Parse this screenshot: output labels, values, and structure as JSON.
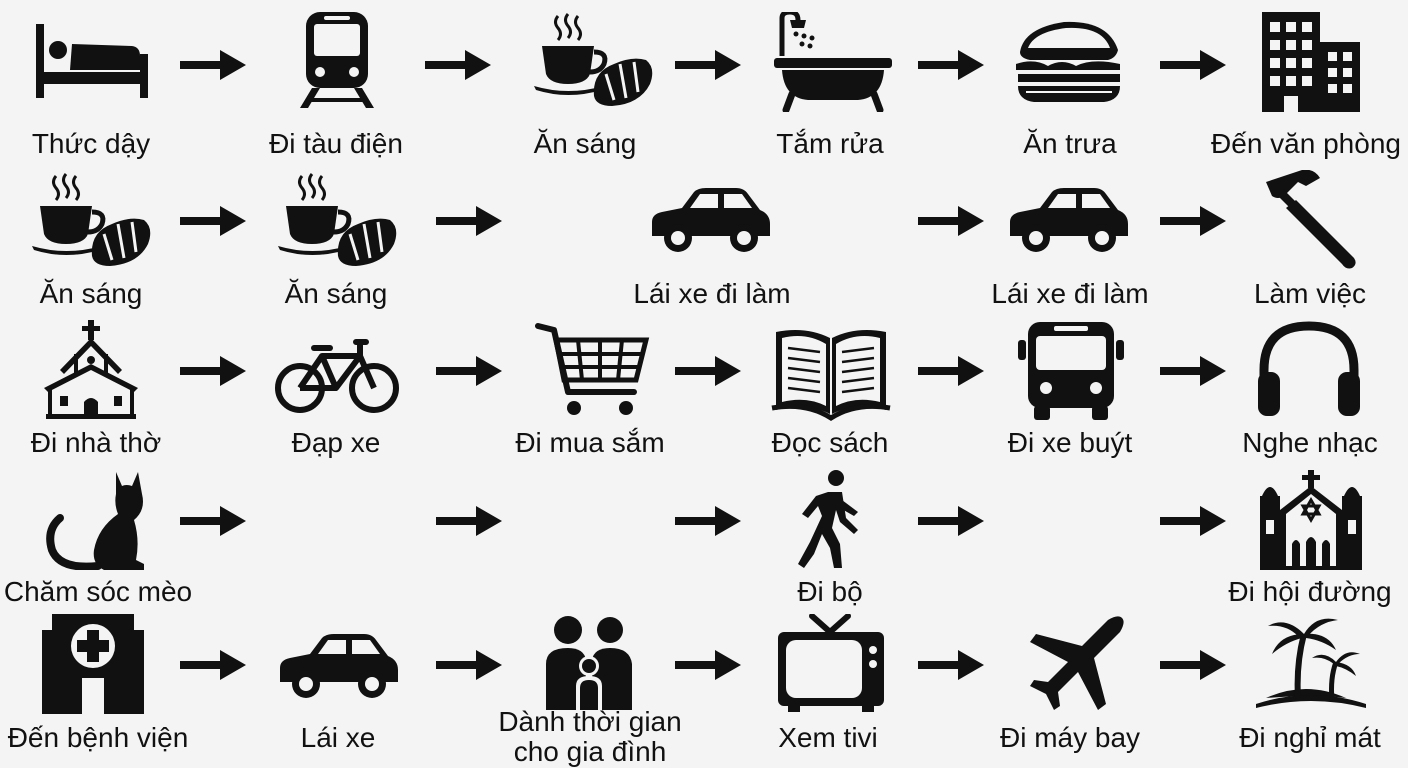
{
  "rows": [
    [
      "Thức dậy",
      "Đi tàu điện",
      "Ăn sáng",
      "Tắm rửa",
      "Ăn trưa",
      "Đến văn phòng"
    ],
    [
      "Ăn sáng",
      "Ăn sáng",
      "",
      "Lái xe đi làm",
      "Lái xe đi làm",
      "Làm việc"
    ],
    [
      "Đi nhà thờ",
      "Đạp xe",
      "Đi mua sắm",
      "Đọc sách",
      "Đi xe buýt",
      "Nghe nhạc"
    ],
    [
      "Chăm sóc mèo",
      "",
      "",
      "Đi bộ",
      "",
      "Đi hội đường"
    ],
    [
      "Đến bệnh viện",
      "Lái xe",
      "Dành thời gian",
      "Xem tivi",
      "Đi máy bay",
      "Đi nghỉ mát"
    ]
  ],
  "row5_col3_line2": "cho gia đình",
  "icons": [
    [
      "bed-icon",
      "train-icon",
      "breakfast-icon",
      "bathtub-icon",
      "sandwich-icon",
      "office-building-icon"
    ],
    [
      "breakfast-icon",
      "breakfast-icon",
      "car-icon",
      "",
      "car-icon",
      "hammer-icon"
    ],
    [
      "church-icon",
      "bicycle-icon",
      "shopping-cart-icon",
      "book-icon",
      "bus-icon",
      "headphones-icon"
    ],
    [
      "cat-icon",
      "",
      "",
      "walking-person-icon",
      "",
      "synagogue-icon"
    ],
    [
      "hospital-icon",
      "car-icon",
      "family-icon",
      "tv-icon",
      "airplane-icon",
      "palm-tree-icon"
    ]
  ],
  "colors": {
    "background": "#f4f4f4",
    "ink": "#111111"
  }
}
